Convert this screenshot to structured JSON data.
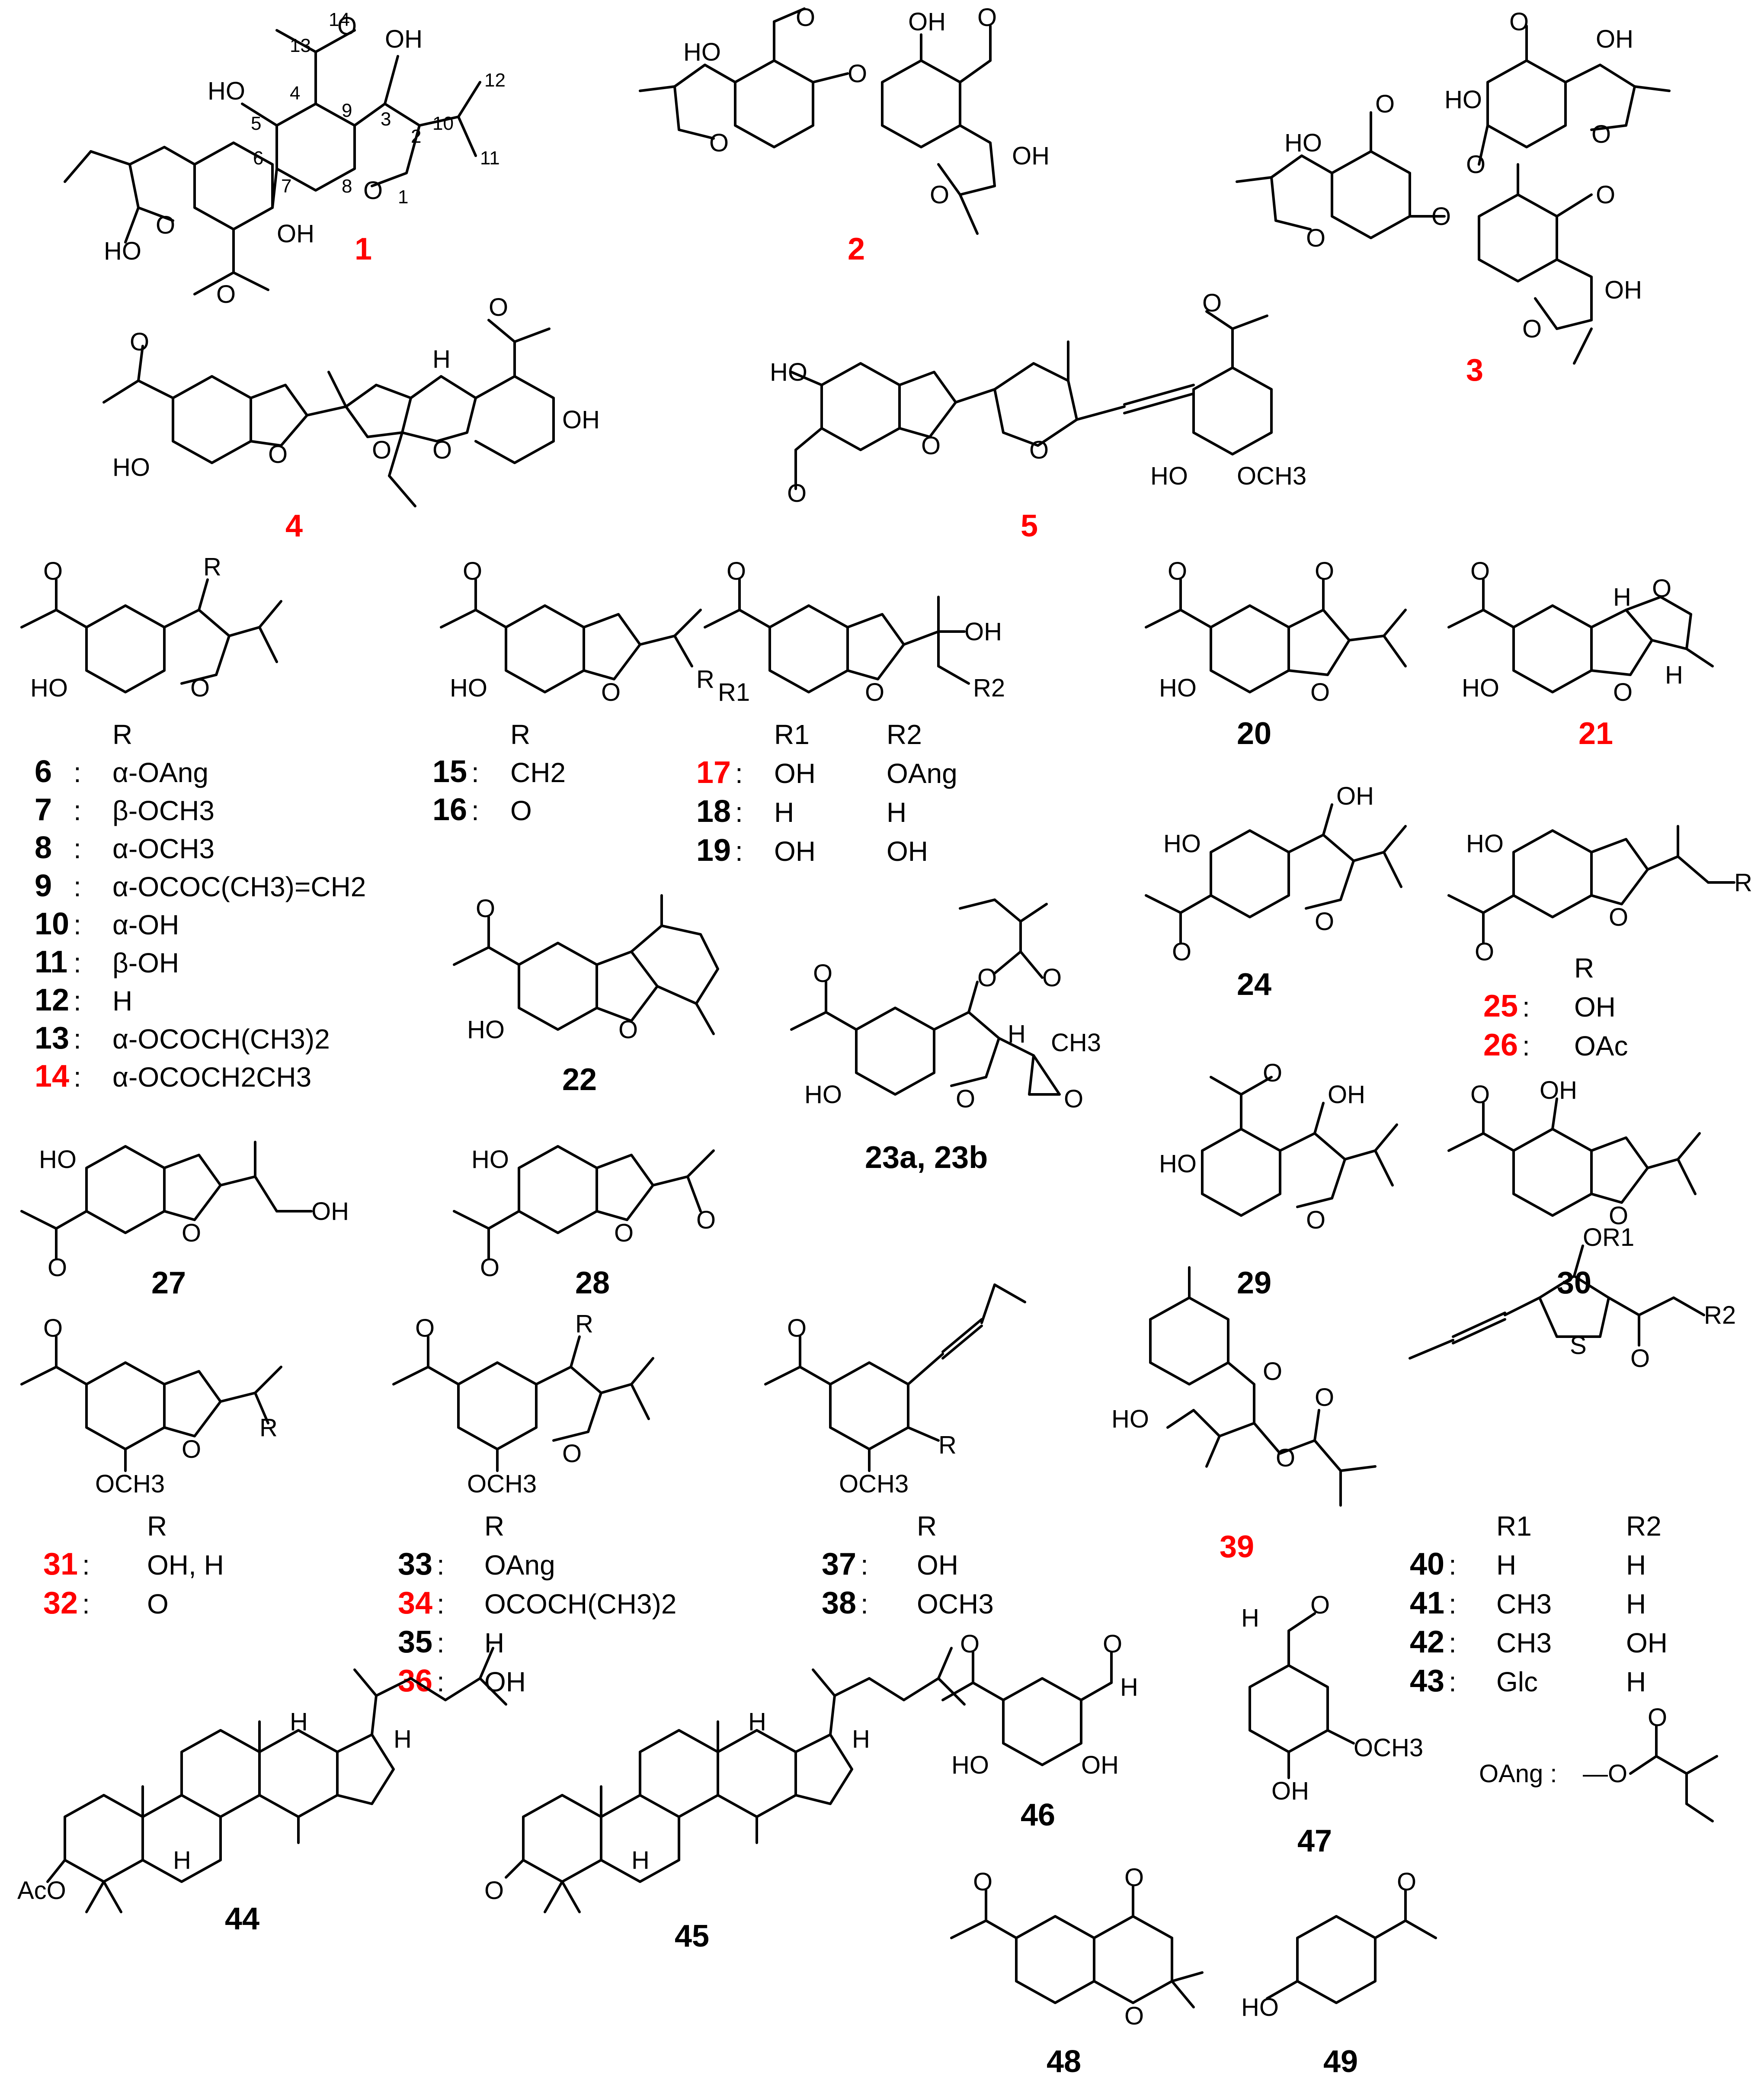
{
  "colors": {
    "highlight": "#ff0000",
    "ink": "#000000"
  },
  "compounds": {
    "c1": "1",
    "c2": "2",
    "c3": "3",
    "c4": "4",
    "c5": "5",
    "c20": "20",
    "c21": "21",
    "c22": "22",
    "c23": "23a, 23b",
    "c24": "24",
    "c27": "27",
    "c28": "28",
    "c29": "29",
    "c30": "30",
    "c39": "39",
    "c44": "44",
    "c45": "45",
    "c46": "46",
    "c47": "47",
    "c48": "48",
    "c49": "49"
  },
  "atoms": {
    "OH": "OH",
    "HO": "HO",
    "O": "O",
    "H": "H",
    "R": "R",
    "S": "S",
    "OCH3": "OCH3",
    "CH3": "CH3",
    "AcO": "AcO",
    "R1": "R1",
    "R2": "R2",
    "OR1": "OR1",
    "n1": "1",
    "n2": "2",
    "n3": "3",
    "n4": "4",
    "n5": "5",
    "n6": "6",
    "n7": "7",
    "n8": "8",
    "n9": "9",
    "n10": "10",
    "n11": "11",
    "n12": "12",
    "n13": "13",
    "n14": "14"
  },
  "table_6_14": {
    "header": "R",
    "rows": [
      {
        "no": "6",
        "red": false,
        "r": "α-OAng"
      },
      {
        "no": "7",
        "red": false,
        "r": "β-OCH3"
      },
      {
        "no": "8",
        "red": false,
        "r": "α-OCH3"
      },
      {
        "no": "9",
        "red": false,
        "r": "α-OCOC(CH3)=CH2"
      },
      {
        "no": "10",
        "red": false,
        "r": "α-OH"
      },
      {
        "no": "11",
        "red": false,
        "r": "β-OH"
      },
      {
        "no": "12",
        "red": false,
        "r": "H"
      },
      {
        "no": "13",
        "red": false,
        "r": "α-OCOCH(CH3)2"
      },
      {
        "no": "14",
        "red": true,
        "r": "α-OCOCH2CH3"
      }
    ]
  },
  "table_15_16": {
    "header": "R",
    "rows": [
      {
        "no": "15",
        "red": false,
        "r": "CH2"
      },
      {
        "no": "16",
        "red": false,
        "r": "O"
      }
    ]
  },
  "table_17_19": {
    "header_r1": "R1",
    "header_r2": "R2",
    "rows": [
      {
        "no": "17",
        "red": true,
        "r1": "OH",
        "r2": "OAng"
      },
      {
        "no": "18",
        "red": false,
        "r1": "H",
        "r2": "H"
      },
      {
        "no": "19",
        "red": false,
        "r1": "OH",
        "r2": "OH"
      }
    ]
  },
  "table_25_26": {
    "header": "R",
    "rows": [
      {
        "no": "25",
        "red": true,
        "r": "OH"
      },
      {
        "no": "26",
        "red": true,
        "r": "OAc"
      }
    ]
  },
  "table_31_32": {
    "header": "R",
    "rows": [
      {
        "no": "31",
        "red": true,
        "r": "OH, H"
      },
      {
        "no": "32",
        "red": true,
        "r": "O"
      }
    ]
  },
  "table_33_36": {
    "header": "R",
    "rows": [
      {
        "no": "33",
        "red": false,
        "r": "OAng"
      },
      {
        "no": "34",
        "red": true,
        "r": "OCOCH(CH3)2"
      },
      {
        "no": "35",
        "red": false,
        "r": "H"
      },
      {
        "no": "36",
        "red": true,
        "r": "OH"
      }
    ]
  },
  "table_37_38": {
    "header": "R",
    "rows": [
      {
        "no": "37",
        "red": false,
        "r": "OH"
      },
      {
        "no": "38",
        "red": false,
        "r": "OCH3"
      }
    ]
  },
  "table_40_43": {
    "header_r1": "R1",
    "header_r2": "R2",
    "rows": [
      {
        "no": "40",
        "red": false,
        "r1": "H",
        "r2": "H"
      },
      {
        "no": "41",
        "red": false,
        "r1": "CH3",
        "r2": "H"
      },
      {
        "no": "42",
        "red": false,
        "r1": "CH3",
        "r2": "OH"
      },
      {
        "no": "43",
        "red": false,
        "r1": "Glc",
        "r2": "H"
      }
    ]
  },
  "oang_legend": {
    "label": "OAng :",
    "o": "O",
    "dash": "—O"
  }
}
